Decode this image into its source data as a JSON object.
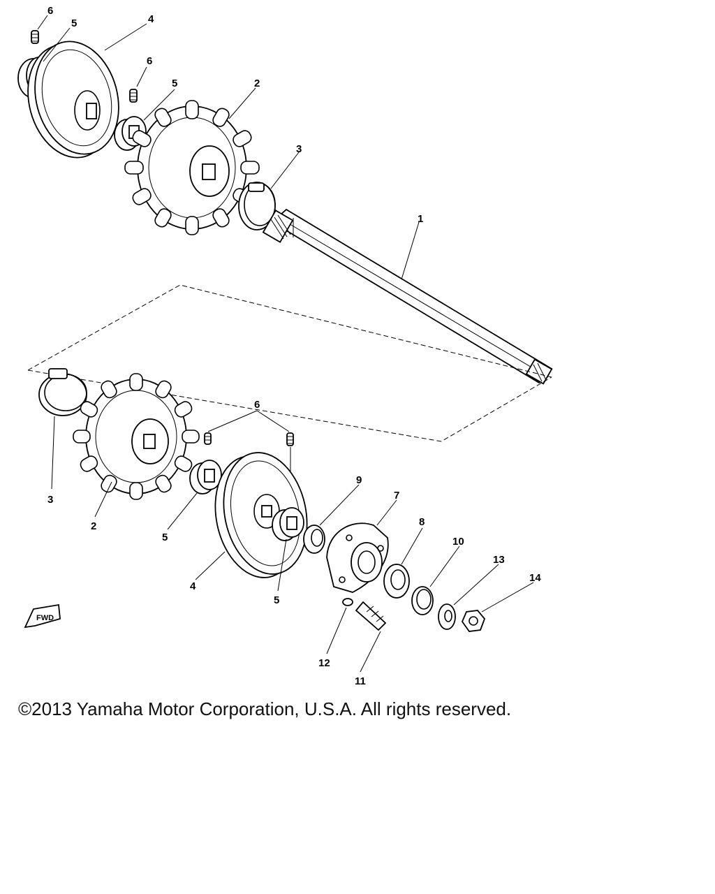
{
  "diagram": {
    "callouts": [
      {
        "id": "c6a",
        "label": "6"
      },
      {
        "id": "c5a",
        "label": "5"
      },
      {
        "id": "c4a",
        "label": "4"
      },
      {
        "id": "c6b",
        "label": "6"
      },
      {
        "id": "c5b",
        "label": "5"
      },
      {
        "id": "c2a",
        "label": "2"
      },
      {
        "id": "c3a",
        "label": "3"
      },
      {
        "id": "c1",
        "label": "1"
      },
      {
        "id": "c6c",
        "label": "6"
      },
      {
        "id": "c3b",
        "label": "3"
      },
      {
        "id": "c2b",
        "label": "2"
      },
      {
        "id": "c5c",
        "label": "5"
      },
      {
        "id": "c4b",
        "label": "4"
      },
      {
        "id": "c5d",
        "label": "5"
      },
      {
        "id": "c9",
        "label": "9"
      },
      {
        "id": "c7",
        "label": "7"
      },
      {
        "id": "c8",
        "label": "8"
      },
      {
        "id": "c10",
        "label": "10"
      },
      {
        "id": "c13",
        "label": "13"
      },
      {
        "id": "c14",
        "label": "14"
      },
      {
        "id": "c12",
        "label": "12"
      },
      {
        "id": "c11",
        "label": "11"
      }
    ],
    "fwd_label": "FWD"
  },
  "footer": {
    "copyright": "©2013 Yamaha Motor Corporation, U.S.A. All rights reserved."
  }
}
